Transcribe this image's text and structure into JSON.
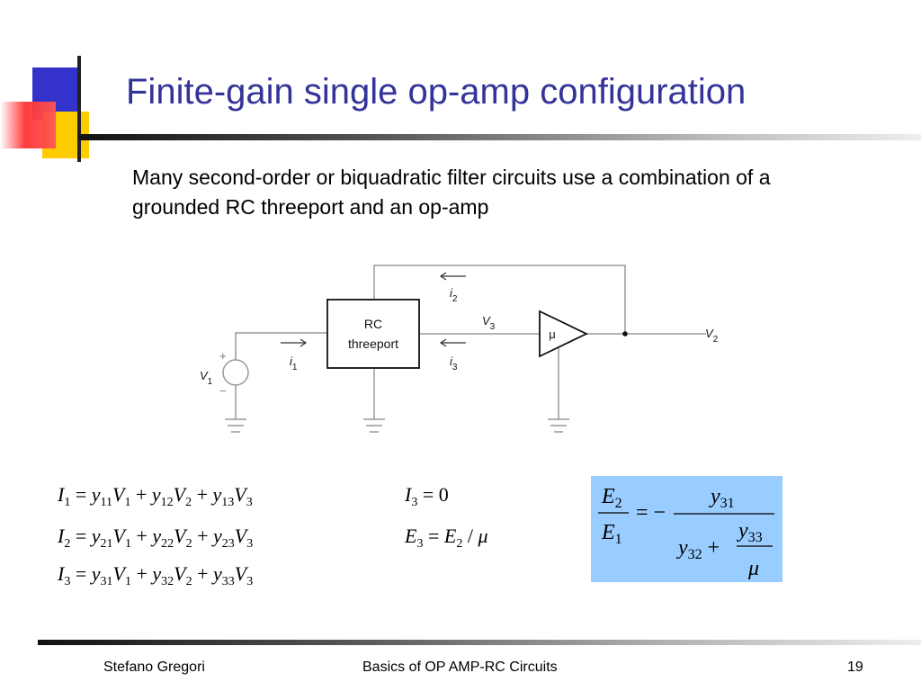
{
  "slide": {
    "title": "Finite-gain single op-amp configuration",
    "subtitle": "Many second-order or biquadratic filter circuits use a combination of a grounded RC threeport and an op-amp"
  },
  "circuit": {
    "block_line1": "RC",
    "block_line2": "threeport",
    "amp_label": "μ",
    "source_plus": "+",
    "source_minus": "−",
    "labels": {
      "v1": "V",
      "v1_sub": "1",
      "v2": "V",
      "v2_sub": "2",
      "v3": "V",
      "v3_sub": "3",
      "i1": "i",
      "i1_sub": "1",
      "i2": "i",
      "i2_sub": "2",
      "i3": "i",
      "i3_sub": "3"
    }
  },
  "equations": {
    "eq1": "I₁ = y₁₁V₁ + y₁₂V₂ + y₁₃V₃",
    "eq2": "I₂ = y₂₁V₁ + y₂₂V₂ + y₂₃V₃",
    "eq3": "I₃ = y₃₁V₁ + y₃₂V₂ + y₃₃V₃",
    "eq4": "I₃ = 0",
    "eq5": "E₃ = E₂ / μ",
    "result": "E₂/E₁ = − y₃₁ / (y₃₂ + y₃₃/μ)"
  },
  "footer": {
    "author": "Stefano Gregori",
    "course": "Basics of OP AMP-RC Circuits",
    "page": "19"
  },
  "colors": {
    "title": "#333399",
    "deco_blue": "#3333cc",
    "deco_yellow": "#ffcc00",
    "deco_red": "#ff3333",
    "result_box": "#99ccff"
  }
}
